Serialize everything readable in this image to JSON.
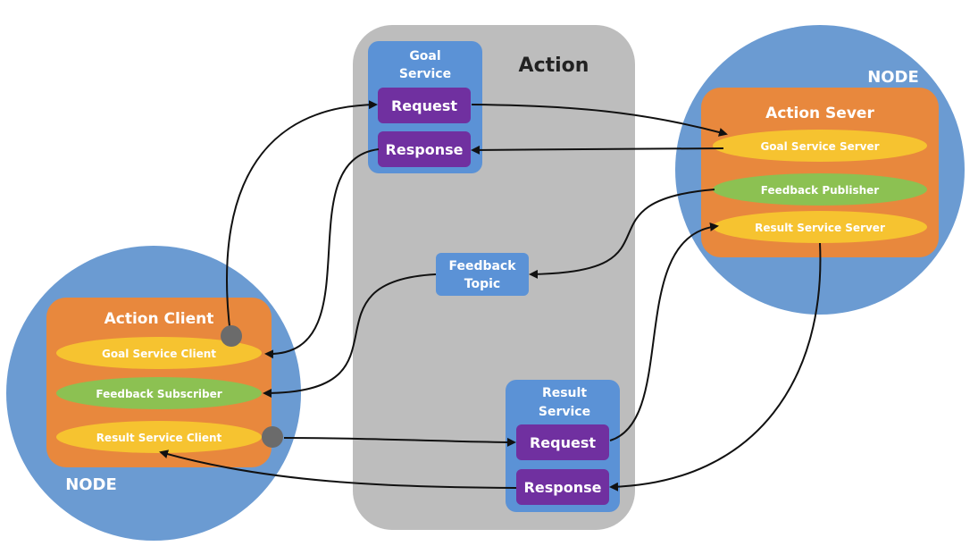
{
  "title": "Action",
  "colors": {
    "node_blue": "#6b9bd2",
    "panel_orange": "#e8883d",
    "action_gray": "#bdbdbd",
    "service_blue": "#5b92d6",
    "purple": "#7030a0",
    "yellow": "#f6c330",
    "green": "#8cc152",
    "connector_gray": "#6b6b6b",
    "arrow": "#111111"
  },
  "server_node": {
    "node_label": "NODE",
    "panel_title": "Action Sever",
    "goal_server": "Goal Service Server",
    "feedback_publisher": "Feedback Publisher",
    "result_server": "Result Service Server"
  },
  "client_node": {
    "node_label": "NODE",
    "panel_title": "Action Client",
    "goal_client": "Goal Service Client",
    "feedback_subscriber": "Feedback Subscriber",
    "result_client": "Result Service Client"
  },
  "goal_service": {
    "title_line1": "Goal",
    "title_line2": "Service",
    "request": "Request",
    "response": "Response"
  },
  "feedback_topic": {
    "line1": "Feedback",
    "line2": "Topic"
  },
  "result_service": {
    "title_line1": "Result",
    "title_line2": "Service",
    "request": "Request",
    "response": "Response"
  }
}
